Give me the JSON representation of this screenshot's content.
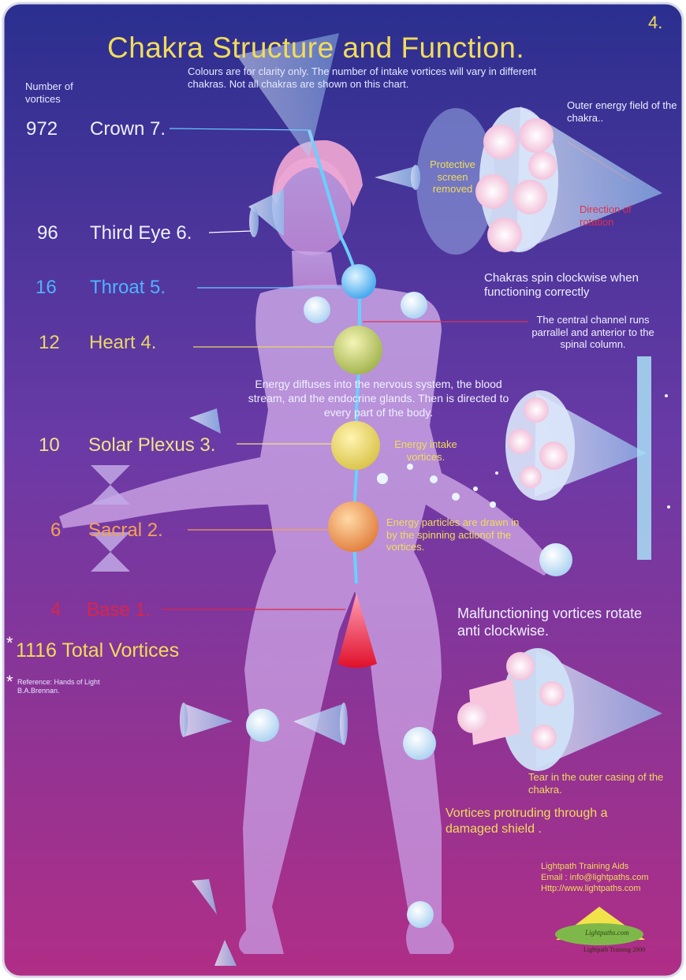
{
  "page_number": "4.",
  "title": "Chakra Structure and Function.",
  "intro_note": "Colours are for clarity only. The number of intake vortices will vary in different chakras. Not all chakras are shown on this chart.",
  "vortices_header": "Number of vortices",
  "chakras": [
    {
      "count": "972",
      "name": "Crown 7.",
      "color": "#eef0ff"
    },
    {
      "count": "96",
      "name": "Third Eye 6.",
      "color": "#eef0ff"
    },
    {
      "count": "16",
      "name": "Throat 5.",
      "color": "#4fb3ff"
    },
    {
      "count": "12",
      "name": "Heart 4.",
      "color": "#e9d66a"
    },
    {
      "count": "10",
      "name": "Solar Plexus 3.",
      "color": "#f0e38a"
    },
    {
      "count": "6",
      "name": "Sacral 2.",
      "color": "#f3a257"
    },
    {
      "count": "4",
      "name": "Base 1.",
      "color": "#d8264a"
    }
  ],
  "total": "1116 Total Vortices",
  "reference": "Reference: Hands of Light B.A.Brennan.",
  "annotations": {
    "outer_field": "Outer energy field of the chakra..",
    "protective_screen": "Protective screen removed",
    "direction": "Direction of rotation",
    "spin_clockwise": "Chakras spin clockwise when functioning correctly",
    "central_channel": "The central channel runs parrallel and anterior to the spinal column.",
    "energy_diffuses": "Energy diffuses into the nervous system, the blood stream, and the endocrine glands. Then is directed to every part of the body.",
    "intake": "Energy intake vortices.",
    "particles": "Energy particles are drawn in by the spinning actionof the vortices.",
    "malfunction": "Malfunctioning vortices rotate anti clockwise.",
    "tear": "Tear in the outer casing of the chakra.",
    "protruding": "Vortices protruding through a damaged shield ."
  },
  "footer": {
    "company": "Lightpath Training Aids",
    "email": "Email : info@lightpaths.com",
    "web": "Http://www.lightpaths.com"
  },
  "logo": {
    "text": "Lightpaths.com",
    "caption": "Lightpath Training 2000"
  },
  "colors": {
    "background_top": "#2a2f8f",
    "background_bottom": "#b02e86",
    "title": "#f1dc5a",
    "channel": "#6ad0ff"
  }
}
